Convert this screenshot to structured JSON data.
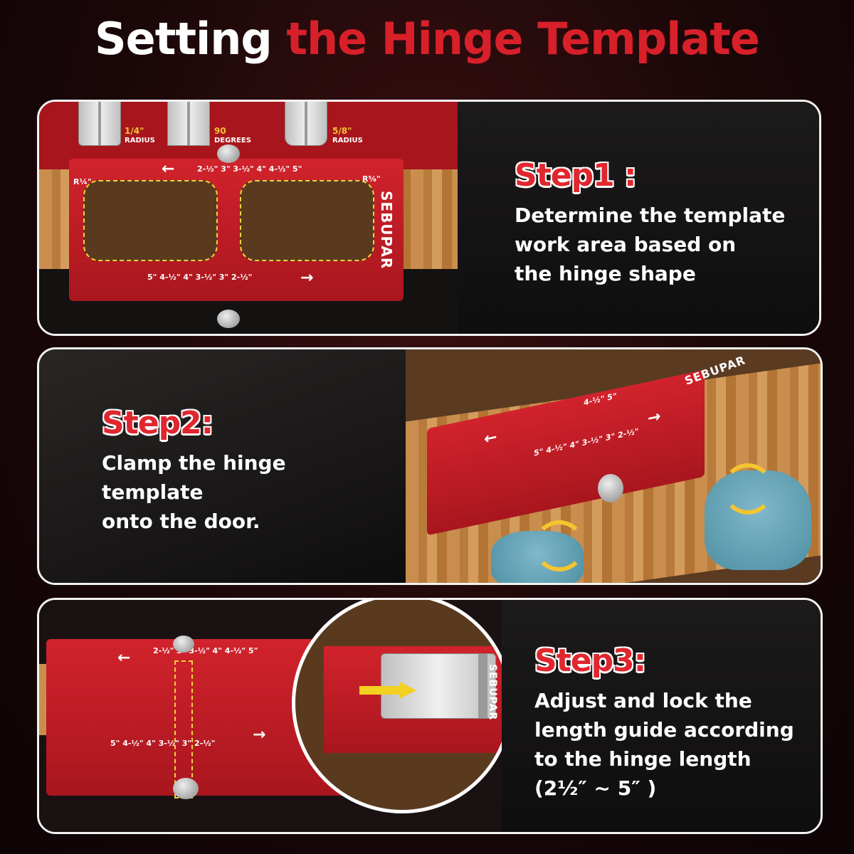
{
  "title": {
    "part1": "Setting",
    "part2": "the Hinge Template"
  },
  "panel1": {
    "hinges": [
      {
        "value": "1/4\"",
        "label": "RADIUS"
      },
      {
        "value": "90",
        "label": "DEGREES"
      },
      {
        "value": "5/8\"",
        "label": "RADIUS"
      }
    ],
    "ruler_top": "2-½\"  3\"  3-½\"  4\"  4-½\"  5\"",
    "ruler_bottom": "5\"  4-½\"  4\"  3-½\"  3\"  2-½\"",
    "corner_left": "R¼\"",
    "corner_right": "R⅝\"",
    "brand": "SEBUPAR",
    "step_heading": "Step1 :",
    "step_lines": [
      "Determine the template",
      "work area based on",
      "the hinge shape"
    ]
  },
  "panel2": {
    "brand": "SEBUPAR",
    "ruler_top": "4-½\"  5\"",
    "ruler_bottom": "5\"  4-½\"  4\"  3-½\"  3\"  2-½\"",
    "step_heading": "Step2:",
    "step_lines": [
      "Clamp the hinge",
      "template",
      "onto the door."
    ]
  },
  "panel3": {
    "ruler_top": "2-½\"  3\"  3-½\"  4\"  4-½\"  5\"",
    "ruler_bottom": "5\"  4-½\"  4\"  3-½\"  3\"  2-½\"",
    "brand": "SEBUPAR",
    "step_heading": "Step3:",
    "step_lines": [
      "Adjust and lock the",
      "length guide according",
      "to the hinge length",
      "(2½″ ~ 5″ )"
    ]
  }
}
